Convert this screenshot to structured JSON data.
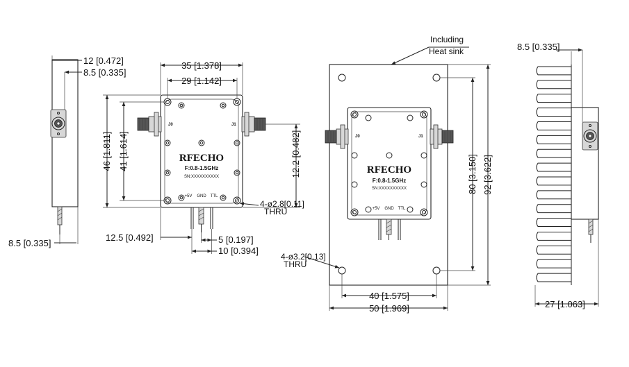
{
  "module_label": {
    "brand": "RFECHO",
    "frequency": "F:0.8-1.5GHz",
    "serial": "SN:XXXXXXXXXX",
    "port_in": "J0",
    "port_out": "J1",
    "pin_5v": "+5V",
    "pin_gnd": "GND",
    "pin_ttl": "TTL"
  },
  "side_view": {
    "dim_total_depth": "12 [0.472]",
    "dim_connector_depth": "8.5 [0.335]",
    "dim_bottom_pin": "8.5 [0.335]"
  },
  "front_view": {
    "dim_width": "35 [1.378]",
    "dim_hole_spacing_x": "29 [1.142]",
    "dim_height": "46 [1.811]",
    "dim_hole_spacing_y": "41 [1.614]",
    "dim_connector_offset": "12.2 [0.482]",
    "dim_pin_offset": "12.5 [0.492]",
    "dim_pin_pitch": "5 [0.197]",
    "dim_pin_span": "10 [0.394]",
    "hole_note_line1": "4-ø2.8[0.11]",
    "hole_note_line2": "THRU"
  },
  "heatsink_view": {
    "note_line1": "Including",
    "note_line2": "Heat sink",
    "dim_hole_spacing_x": "40 [1.575]",
    "dim_width": "50 [1.969]",
    "dim_hole_spacing_y": "80 [3.150]",
    "dim_height": "92 [3.622]",
    "hole_note_line1": "4-ø3.2[0.13]",
    "hole_note_line2": "THRU"
  },
  "heatsink_side_view": {
    "dim_connector_depth": "8.5 [0.335]",
    "dim_total_depth": "27 [1.063]"
  }
}
